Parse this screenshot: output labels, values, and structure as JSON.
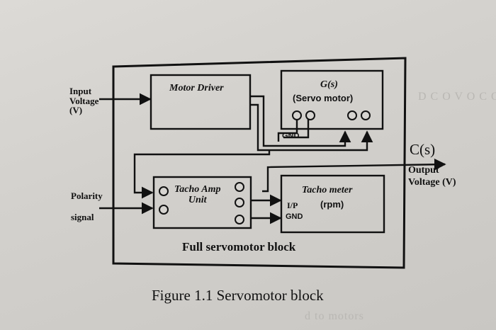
{
  "diagram": {
    "input_label": [
      "Input",
      "Voltage",
      "(V)"
    ],
    "polarity_label": [
      "Polarity",
      "signal"
    ],
    "motor_driver": "Motor Driver",
    "servo_title": "G(s)",
    "servo_subtitle": "(Servo motor)",
    "gnd_top": "GND",
    "output_symbol": "C(s)",
    "output_label": [
      "Output",
      "Voltage (V)"
    ],
    "tacho_amp": [
      "Tacho Amp",
      "Unit"
    ],
    "tacho_meter": [
      "Tacho meter",
      "(rpm)"
    ],
    "ip_label": "I/P",
    "gnd_bottom": "GND",
    "block_caption": "Full servomotor block"
  },
  "figure_caption": "Figure 1.1 Servomotor block",
  "colors": {
    "ink": "#111111",
    "paper": "#d6d4d0"
  }
}
